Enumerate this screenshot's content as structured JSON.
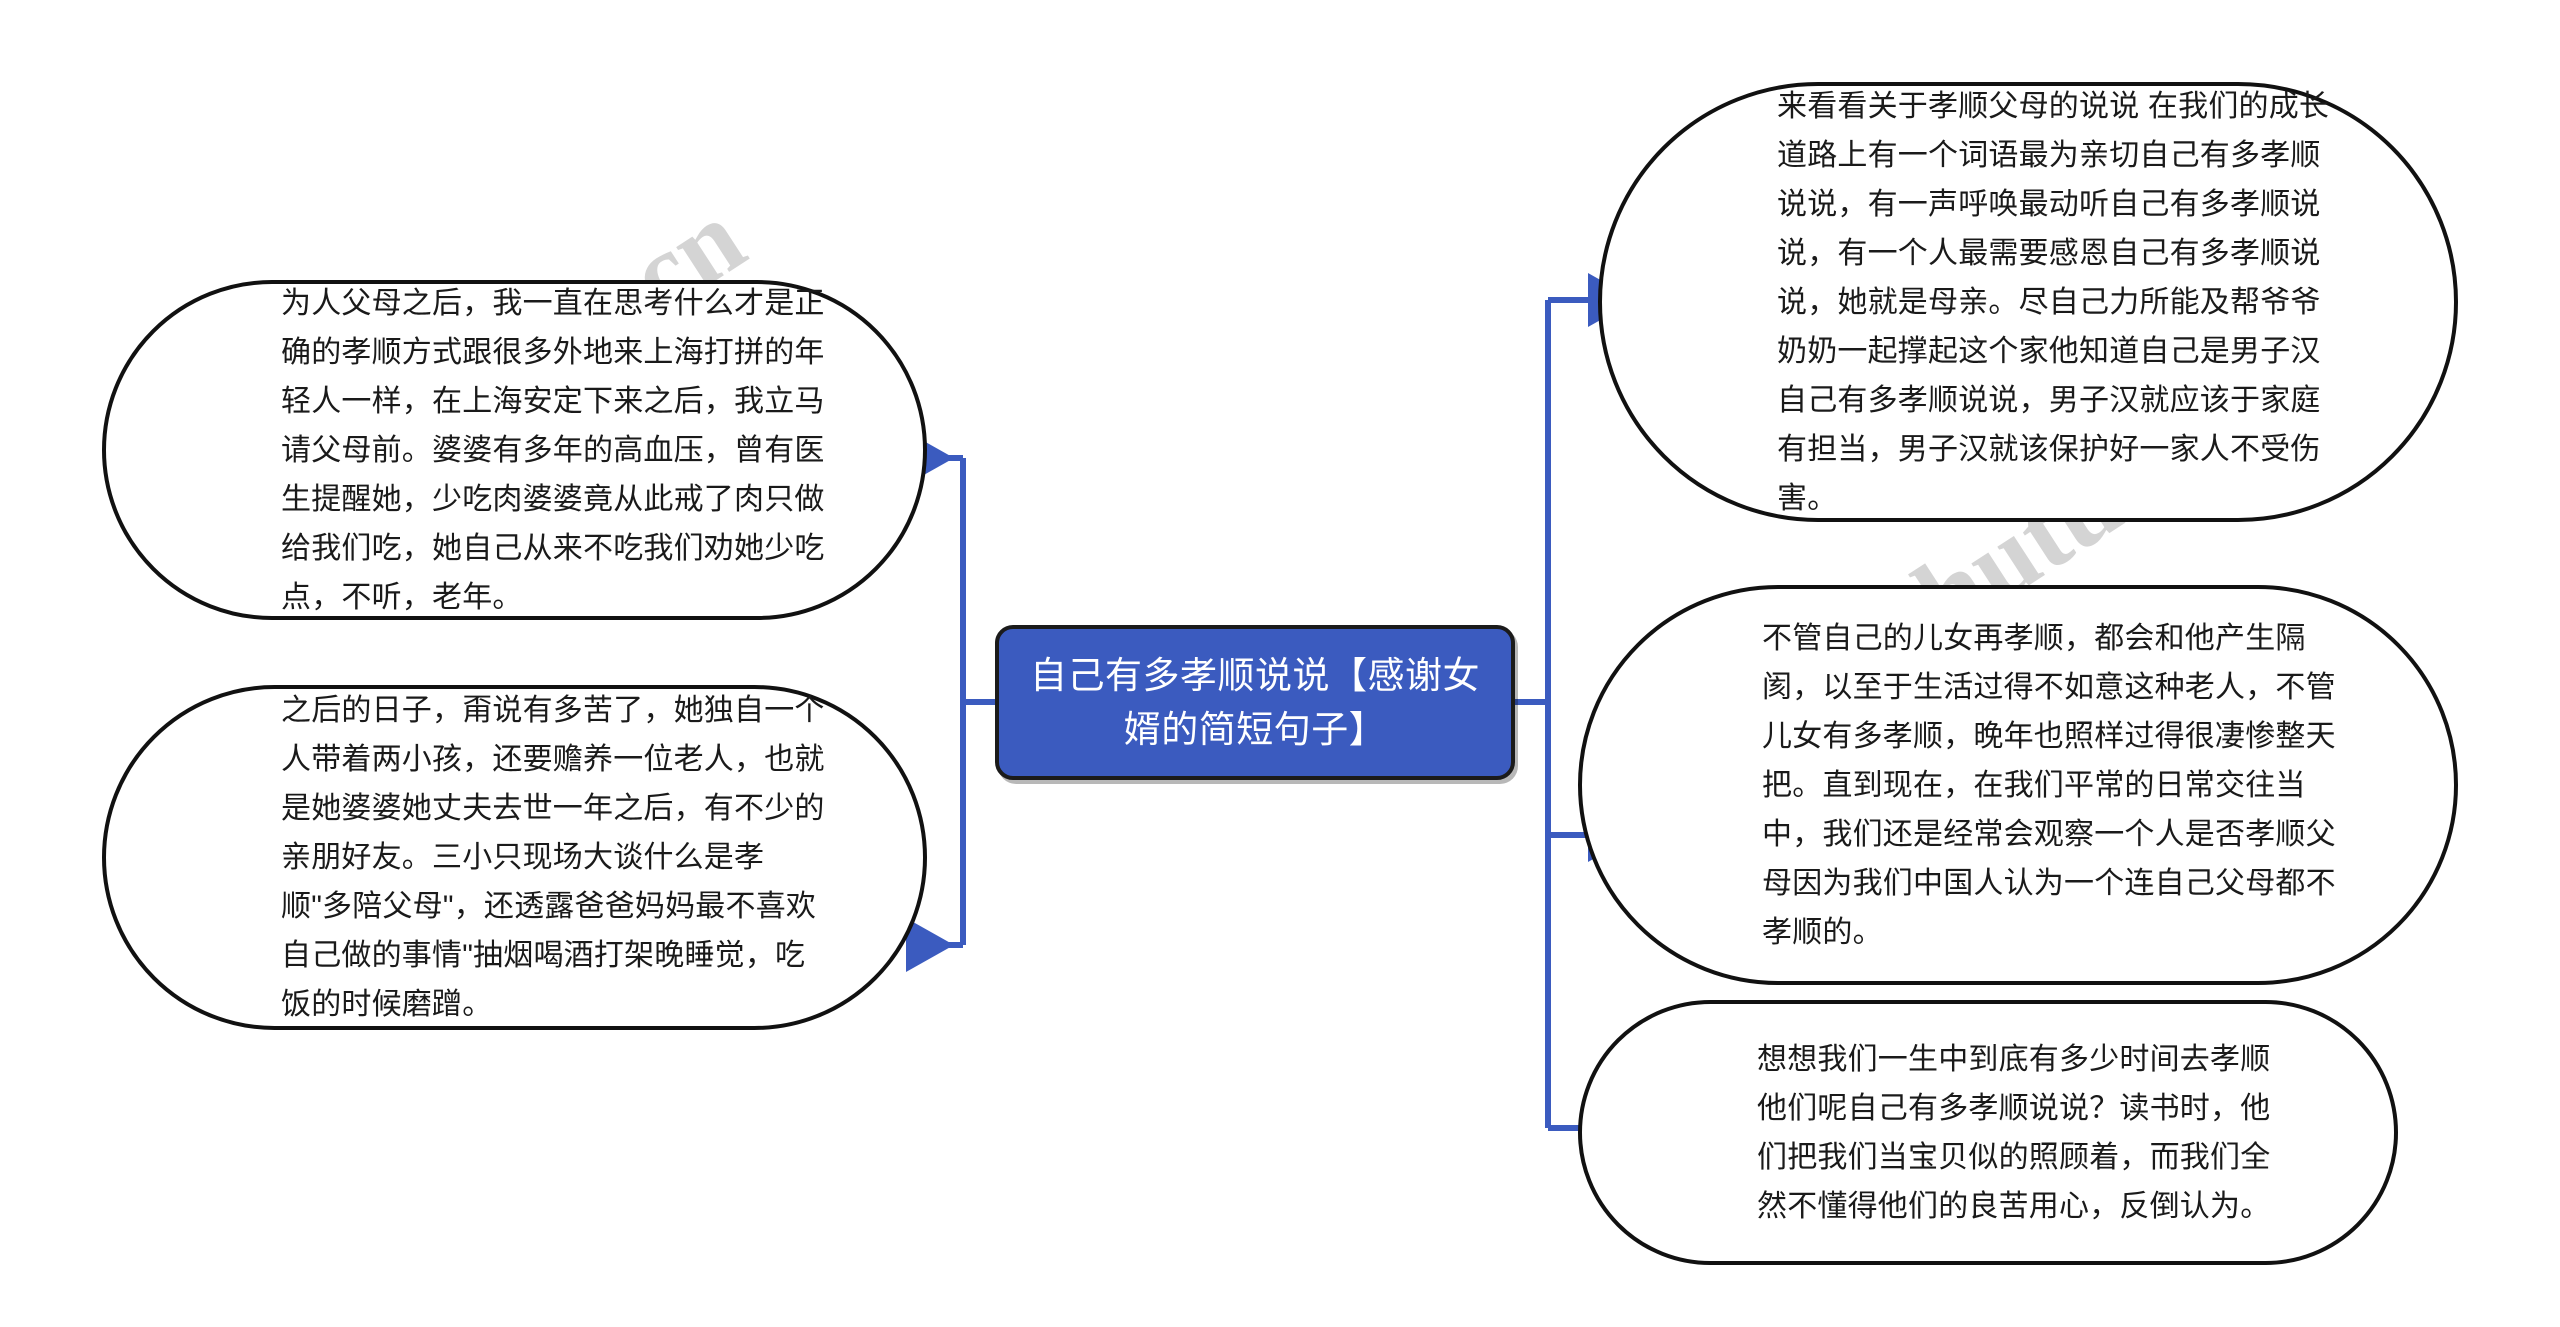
{
  "diagram": {
    "type": "mindmap",
    "title": "自己有多孝顺说说【感谢女婿的简短句子】",
    "background_color": "#ffffff",
    "root_fill_color": "#3b5bbf",
    "root_text_color": "#ffffff",
    "connector_color": "#3b5bbf",
    "node_border_color": "#111111",
    "node_fill_color": "#ffffff",
    "watermark_color": "#d4d4d4"
  },
  "root": {
    "label": "自己有多孝顺说说【感谢女婿的简短句子】"
  },
  "branches": {
    "left": [
      {
        "id": "left-1",
        "label": "为人父母之后，我一直在思考什么才是正确的孝顺方式跟很多外地来上海打拼的年轻人一样，在上海安定下来之后，我立马请父母前。婆婆有多年的高血压，曾有医生提醒她，少吃肉婆婆竟从此戒了肉只做给我们吃，她自己从来不吃我们劝她少吃点，不听，老年。"
      },
      {
        "id": "left-2",
        "label": "之后的日子，甭说有多苦了，她独自一个人带着两小孩，还要赡养一位老人，也就是她婆婆她丈夫去世一年之后，有不少的亲朋好友。三小只现场大谈什么是孝顺\"多陪父母\"，还透露爸爸妈妈最不喜欢自己做的事情\"抽烟喝酒打架晚睡觉，吃饭的时候磨蹭。"
      }
    ],
    "right": [
      {
        "id": "right-1",
        "label": "来看看关于孝顺父母的说说 在我们的成长道路上有一个词语最为亲切自己有多孝顺说说，有一声呼唤最动听自己有多孝顺说说，有一个人最需要感恩自己有多孝顺说说，她就是母亲。尽自己力所能及帮爷爷奶奶一起撑起这个家他知道自己是男子汉自己有多孝顺说说，男子汉就应该于家庭有担当，男子汉就该保护好一家人不受伤害。"
      },
      {
        "id": "right-2",
        "label": "不管自己的儿女再孝顺，都会和他产生隔阂，以至于生活过得不如意这种老人，不管儿女有多孝顺，晚年也照样过得很凄惨整天把。直到现在，在我们平常的日常交往当中，我们还是经常会观察一个人是否孝顺父母因为我们中国人认为一个连自己父母都不孝顺的。"
      },
      {
        "id": "right-3",
        "label": "想想我们一生中到底有多少时间去孝顺他们呢自己有多孝顺说说？读书时，他们把我们当宝贝似的照顾着，而我们全然不懂得他们的良苦用心，反倒认为。"
      }
    ]
  },
  "watermarks": [
    {
      "id": "watermark-left",
      "text": "树图 shutu.cn"
    },
    {
      "id": "watermark-right",
      "text": "树图 shutu.cn"
    }
  ]
}
